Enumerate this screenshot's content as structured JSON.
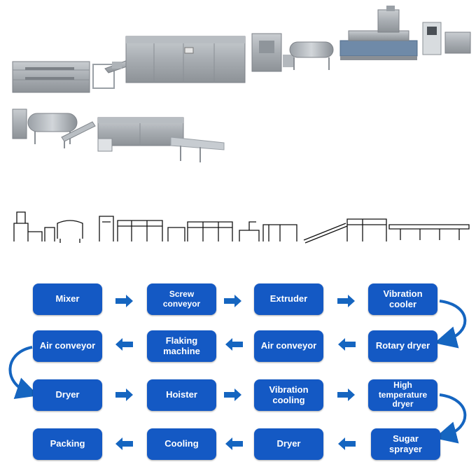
{
  "colors": {
    "box_fill": "#1459c4",
    "arrow": "#1565c0",
    "box_text": "#ffffff",
    "machine": "#a9aeb3",
    "line_drawing": "#111111"
  },
  "flow": {
    "steps": [
      "Mixer",
      "Screw\nconveyor",
      "Extruder",
      "Vibration\ncooler",
      "Rotary dryer",
      "Air conveyor",
      "Flaking\nmachine",
      "Air conveyor",
      "Dryer",
      "Hoister",
      "Vibration\ncooling",
      "High\ntemperature\ndryer",
      "Sugar\nsprayer",
      "Dryer",
      "Cooling",
      "Packing"
    ]
  }
}
